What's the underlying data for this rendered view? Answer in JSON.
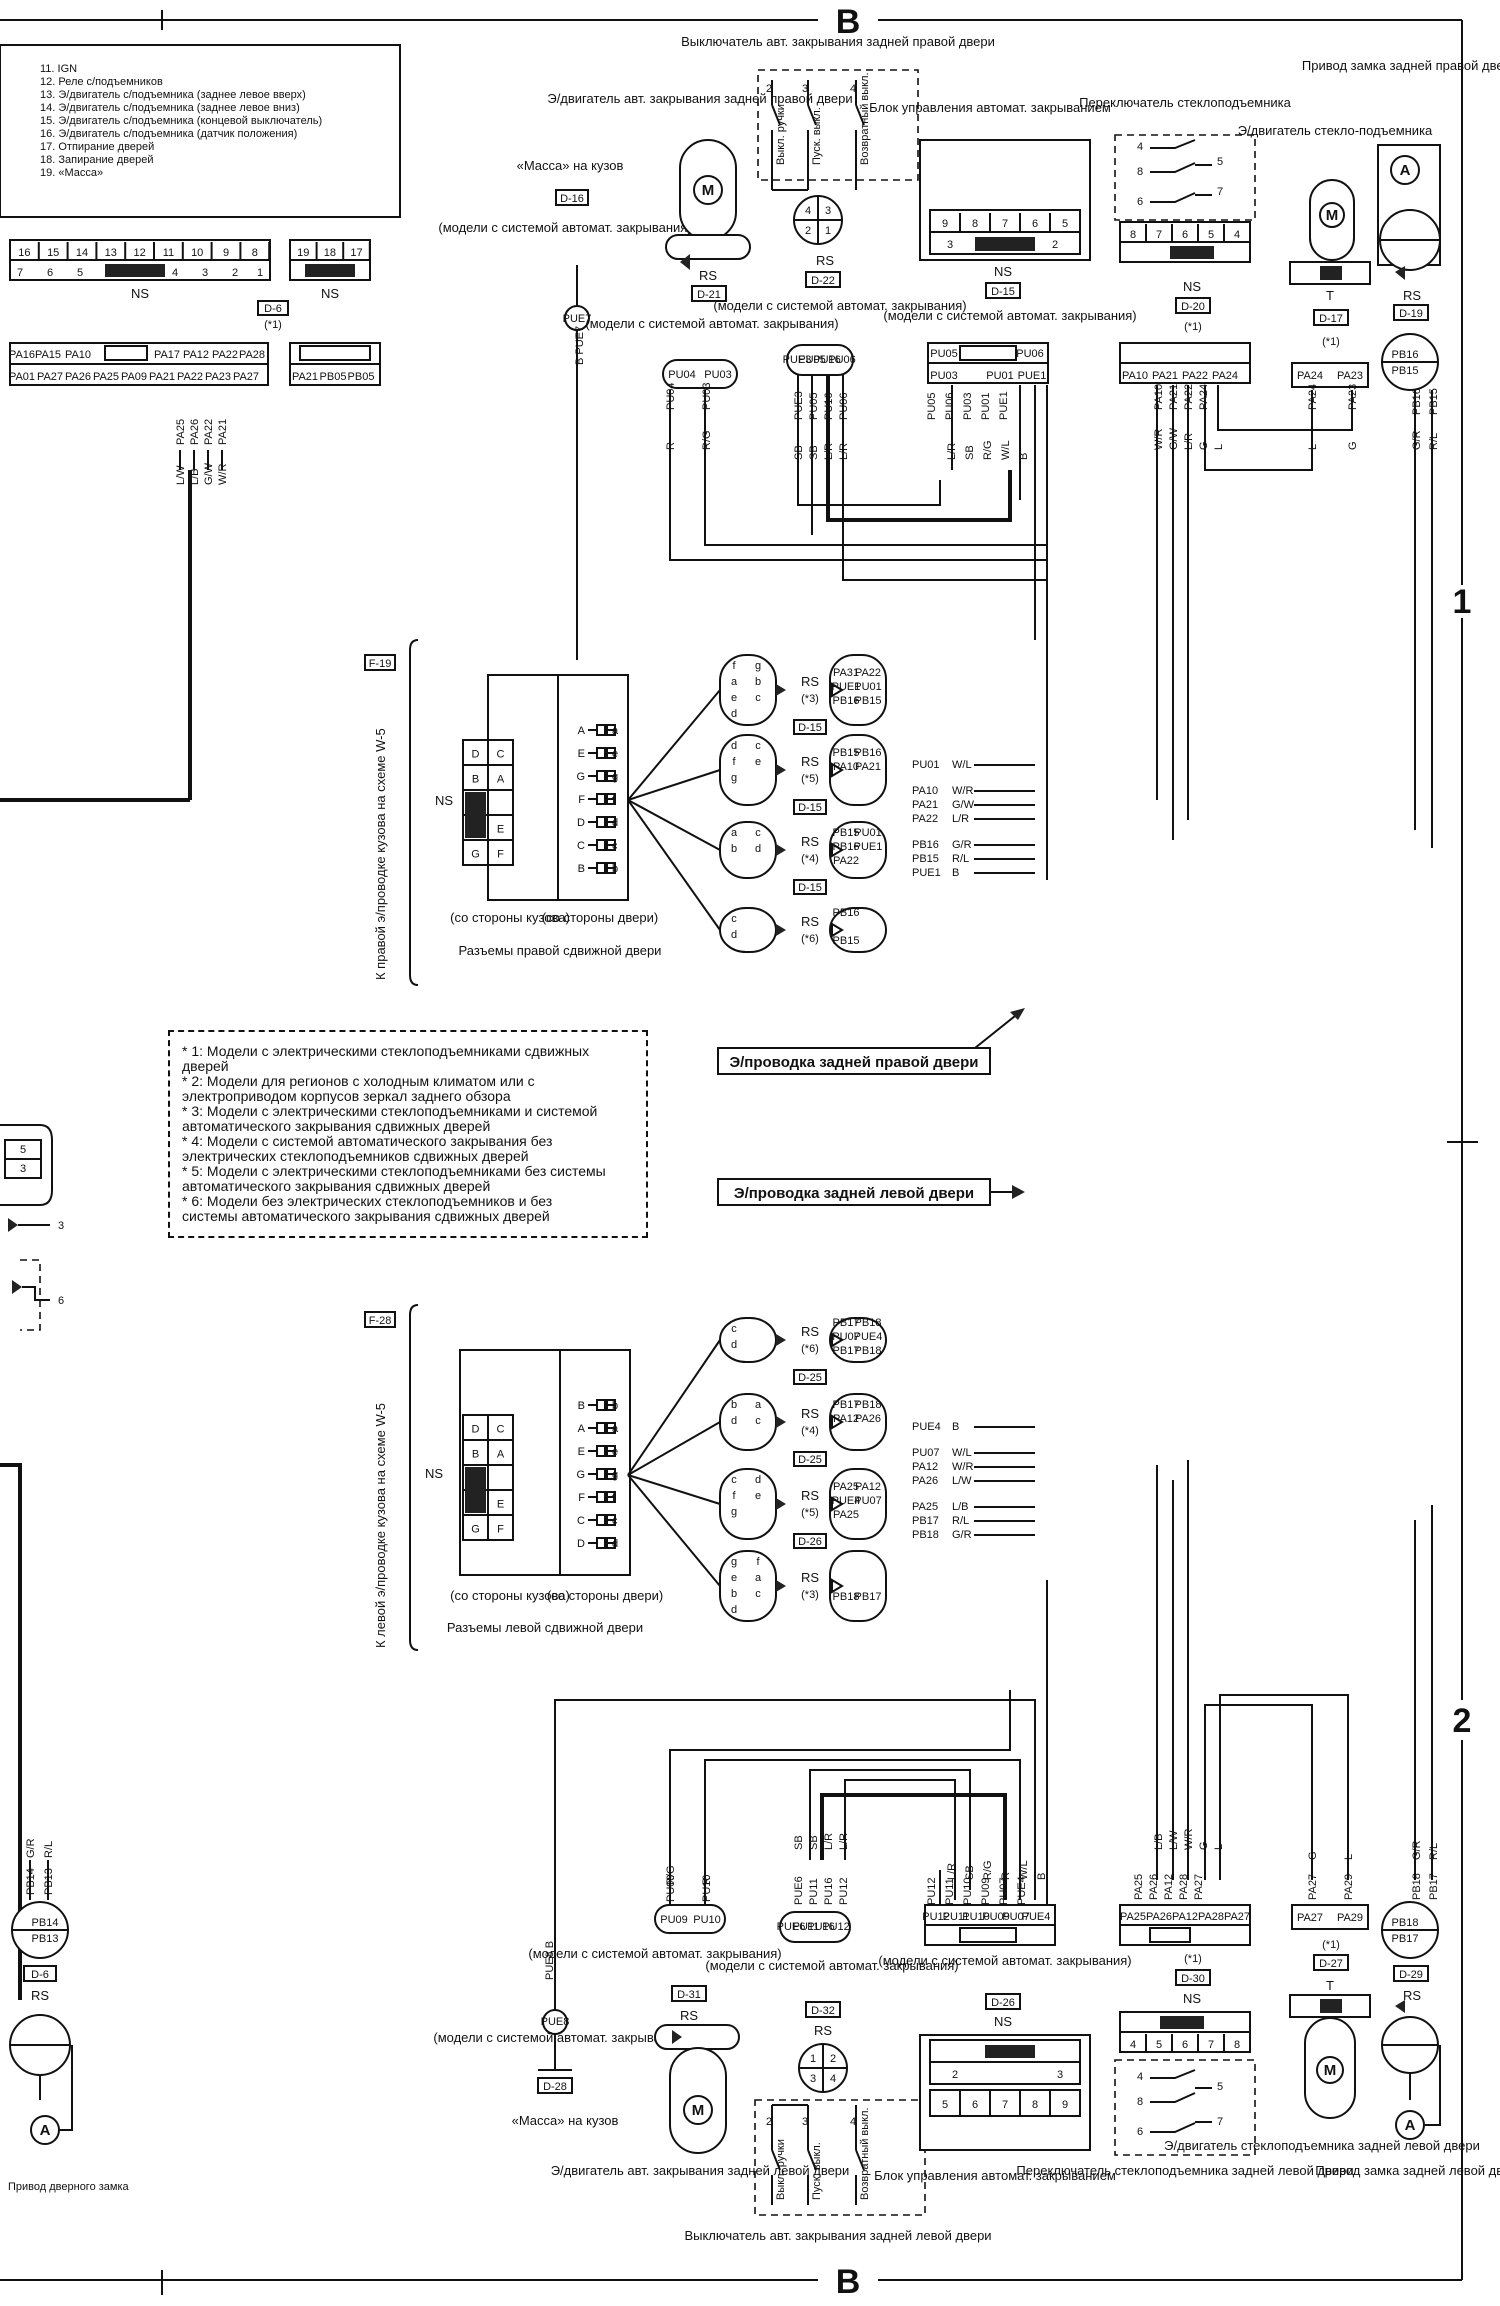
{
  "border": {
    "top_label": "B",
    "bottom_label": "B",
    "zone_1": "1",
    "zone_2": "2"
  },
  "left_legend": {
    "items": [
      "11. IGN",
      "12. Реле с/подъемников",
      "13. Э/двигатель с/подъемника (заднее левое вверх)",
      "14. Э/двигатель с/подъемника (заднее левое вниз)",
      "15. Э/двигатель с/подъемника (концевой выключатель)",
      "16. Э/двигатель с/подъемника (датчик положения)",
      "17. Отпирание дверей",
      "18. Запирание дверей",
      "19. «Масса»"
    ],
    "conn_top_row": [
      "16",
      "15",
      "14",
      "13",
      "12",
      "11",
      "10",
      "9",
      "8"
    ],
    "conn_bot_row": [
      "7",
      "6",
      "5",
      "4",
      "3",
      "2",
      "1"
    ],
    "conn2_row": [
      "19",
      "18",
      "17"
    ],
    "ns_label": "NS",
    "d6": "D-6",
    "mark1": "(*1)",
    "pa_row1": [
      "PA16",
      "PA15",
      "PA10",
      "PA17",
      "PA12",
      "PA22",
      "PA28"
    ],
    "pa_row2": [
      "PA01",
      "PA27",
      "PA26",
      "PA25",
      "PA09",
      "PA21",
      "PA22",
      "PA23",
      "PA27"
    ],
    "pa_row3": [
      "PA21",
      "PB05",
      "PB05"
    ],
    "wire_codes": [
      "PA25",
      "PA26",
      "PA22",
      "PA21"
    ],
    "wire_colors": [
      "L/W",
      "L/B",
      "G/W",
      "W/R"
    ]
  },
  "top": {
    "switch_title": "Выключатель авт. закрывания задней правой двери",
    "switch_pos": [
      "Выкл. ручки",
      "Пуск. выкл.",
      "Возвратный выкл."
    ],
    "switch_pins": [
      "4",
      "3",
      "2",
      "1"
    ],
    "motor_title": "Э/двигатель авт. закрывания задней правой двери",
    "ground_title": "«Масса» на кузов",
    "d16": "D-16",
    "models_auto": "(модели с системой автомат. закрывания)",
    "rs": "RS",
    "d21": "D-21",
    "d22": "D-22",
    "pue7": "PUE7",
    "b_pue7": "B PUE7",
    "ctrl_title": "Блок управления автомат. закрыванием",
    "ctrl_row1": [
      "9",
      "8",
      "7",
      "6",
      "5"
    ],
    "ctrl_row2": [
      "3",
      "2"
    ],
    "ns": "NS",
    "d15": "D-15",
    "ws_title": "Переключатель стеклоподъемника",
    "ws_row": [
      "8",
      "7",
      "6",
      "5",
      "4"
    ],
    "ws_pins": [
      "4",
      "5",
      "8",
      "6",
      "7"
    ],
    "d20": "D-20",
    "mark1": "(*1)",
    "wm_title": "Э/двигатель стекло-подъемника",
    "t": "T",
    "d17": "D-17",
    "lock_title": "Привод замка задней правой двери",
    "d19": "D-19",
    "pu_codes_left": [
      "PU04",
      "PU03"
    ],
    "pu_codes_sw": [
      "PUE3",
      "PU05",
      "PU16",
      "PU06"
    ],
    "pu_codes_ctrl": [
      "PU05",
      "PU06",
      "PU03",
      "PU01",
      "PUE1"
    ],
    "pa_codes_ws": [
      "PA10",
      "PA21",
      "PA22",
      "PA24"
    ],
    "pa_codes_wm": [
      "PA24",
      "PA23"
    ],
    "pb_codes_lock": [
      "PB16",
      "PB15"
    ],
    "colors_left": [
      "R",
      "R/G"
    ],
    "colors_sw": [
      "SB",
      "SB",
      "L/R",
      "L/R"
    ],
    "colors_ctrl": [
      "L/R",
      "SB",
      "R/G",
      "W/L",
      "B"
    ],
    "colors_ws": [
      "W/R",
      "G/W",
      "L/R",
      "G",
      "L"
    ],
    "colors_wm": [
      "L",
      "G"
    ],
    "colors_lock": [
      "G/R",
      "R/L"
    ]
  },
  "right_door": {
    "ref_box": "F-19",
    "side_text": "К правой э/проводке кузова на схеме W-5",
    "ns": "NS",
    "grid": [
      [
        "D",
        "C"
      ],
      [
        "B",
        "A"
      ],
      [
        "",
        ""
      ],
      [
        "",
        ""
      ],
      [
        "G",
        "F"
      ]
    ],
    "pins_left": [
      "A",
      "E",
      "G",
      "F",
      "D",
      "C",
      "B"
    ],
    "pins_right": [
      "a",
      "e",
      "g",
      "f",
      "d",
      "c",
      "b"
    ],
    "caption_left": "(со стороны кузова)",
    "caption_right": "(со стороны двери)",
    "caption": "Разъемы правой сдвижной двери",
    "groups": [
      {
        "rs": "RS",
        "mark": "(*3)",
        "box": "D-15",
        "pins": [
          "f",
          "g",
          "a",
          "b",
          "e",
          "c",
          "d"
        ]
      },
      {
        "rs": "RS",
        "mark": "(*5)",
        "box": "D-15",
        "pins": [
          "d",
          "c",
          "f",
          "e",
          "g"
        ]
      },
      {
        "rs": "RS",
        "mark": "(*4)",
        "box": "D-15",
        "pins": [
          "a",
          "c",
          "b",
          "d"
        ]
      },
      {
        "rs": "RS",
        "mark": "(*6)",
        "box": "",
        "pins": [
          "c",
          "d"
        ]
      }
    ],
    "code_pairs": [
      [
        "PA31",
        "PA22"
      ],
      [
        "PUE1",
        "PU01"
      ],
      [
        "PB16",
        "PB15"
      ],
      [
        "PB15",
        "PB16"
      ],
      [
        "PA10",
        "PA21"
      ],
      [
        "PA22"
      ],
      [
        "PB15",
        "PU01"
      ],
      [
        "PB16",
        "PUE1"
      ],
      [
        "PB15"
      ],
      [
        "PB16"
      ]
    ],
    "wires": [
      {
        "code": "PU01",
        "color": "W/L"
      },
      {
        "code": "PA10",
        "color": "W/R"
      },
      {
        "code": "PA21",
        "color": "G/W"
      },
      {
        "code": "PA22",
        "color": "L/R"
      },
      {
        "code": "PB16",
        "color": "G/R"
      },
      {
        "code": "PB15",
        "color": "R/L"
      },
      {
        "code": "PUE1",
        "color": "B"
      }
    ]
  },
  "notes": {
    "lines": [
      "* 1:  Модели с электрическими стеклоподъемниками сдвижных",
      "         дверей",
      "* 2:  Модели для регионов с холодным климатом или с",
      "         электроприводом корпусов зеркал заднего обзора",
      "* 3:  Модели с электрическими стеклоподъемниками и системой",
      "         автоматического закрывания сдвижных дверей",
      "* 4:  Модели с системой автоматического закрывания без",
      "         электрических стеклоподъемников сдвижных дверей",
      "* 5:  Модели с электрическими стеклоподъемниками без системы",
      "         автоматического закрывания сдвижных дверей",
      "* 6:  Модели без электрических стеклоподъемников и без",
      "         системы автоматического закрывания сдвижных дверей"
    ]
  },
  "tags": {
    "right": "Э/проводка задней правой двери",
    "left": "Э/проводка задней левой двери"
  },
  "left_mid": {
    "pins": [
      "5",
      "3",
      "3",
      "6"
    ]
  },
  "left_door": {
    "ref_box": "F-28",
    "side_text": "К левой э/проводке кузова на схеме W-5",
    "ns": "NS",
    "grid": [
      [
        "D",
        "C"
      ],
      [
        "B",
        "A"
      ],
      [
        "",
        ""
      ],
      [
        "",
        ""
      ],
      [
        "G",
        "F"
      ]
    ],
    "pins_left": [
      "B",
      "A",
      "E",
      "G",
      "F",
      "C",
      "D"
    ],
    "pins_right": [
      "b",
      "a",
      "e",
      "g",
      "f",
      "c",
      "d"
    ],
    "caption_left": "(со стороны кузова)",
    "caption_right": "(со стороны двери)",
    "caption": "Разъемы левой сдвижной двери",
    "groups": [
      {
        "rs": "RS",
        "mark": "(*6)",
        "box": "D-25",
        "pins": [
          "c",
          "d"
        ]
      },
      {
        "rs": "RS",
        "mark": "(*4)",
        "box": "D-25",
        "pins": [
          "b",
          "a",
          "d",
          "c"
        ]
      },
      {
        "rs": "RS",
        "mark": "(*5)",
        "box": "D-26",
        "pins": [
          "c",
          "d",
          "f",
          "e",
          "g"
        ]
      },
      {
        "rs": "RS",
        "mark": "(*3)",
        "box": "",
        "pins": [
          "g",
          "f",
          "e",
          "a",
          "b",
          "c",
          "d"
        ]
      }
    ],
    "code_pairs": [
      [
        "PB17",
        "PB18"
      ],
      [
        "PU07",
        "PUE4"
      ],
      [
        "PB17",
        "PB18"
      ],
      [
        "PB17",
        "PB18"
      ],
      [
        "PA12",
        "PA26"
      ],
      [
        "PA25"
      ],
      [
        "PA25",
        "PA12"
      ],
      [
        "PUE4",
        "PU07"
      ],
      [
        "PB18",
        "PB17"
      ]
    ],
    "wires": [
      {
        "code": "PUE4",
        "color": "B"
      },
      {
        "code": "PU07",
        "color": "W/L"
      },
      {
        "code": "PA12",
        "color": "W/R"
      },
      {
        "code": "PA26",
        "color": "L/W"
      },
      {
        "code": "PA25",
        "color": "L/B"
      },
      {
        "code": "PB17",
        "color": "R/L"
      },
      {
        "code": "PB18",
        "color": "G/R"
      }
    ]
  },
  "bottom": {
    "switch_title": "Выключатель авт. закрывания задней левой двери",
    "switch_pos": [
      "Выкл. ручки",
      "Пуск. выкл.",
      "Возвратный выкл."
    ],
    "switch_pins": [
      "1",
      "2",
      "3",
      "4"
    ],
    "motor_title": "Э/двигатель авт. закрывания задней левой двери",
    "ground_title": "«Масса» на кузов",
    "d28": "D-28",
    "models_auto": "(модели с системой автомат. закрывания)",
    "rs": "RS",
    "d31": "D-31",
    "d32": "D-32",
    "pue8": "PUE8",
    "pue8b": "PUE8 B",
    "ctrl_title": "Блок управления автомат. закрыванием",
    "ctrl_row1": [
      "2",
      "3"
    ],
    "ctrl_row2": [
      "5",
      "6",
      "7",
      "8",
      "9"
    ],
    "ns": "NS",
    "d26": "D-26",
    "ws_title": "Переключатель стеклоподъемника задней левой двери",
    "ws_row": [
      "4",
      "5",
      "6",
      "7",
      "8"
    ],
    "ws_pins": [
      "4",
      "5",
      "8",
      "6",
      "7"
    ],
    "d30": "D-30",
    "mark1": "(*1)",
    "wm_title": "Э/двигатель стеклоподъемника задней левой двери",
    "t": "T",
    "d27": "D-27",
    "lock_title": "Привод замка задней левой двери",
    "d29": "D-29",
    "colors_motor": [
      "R/G",
      "R"
    ],
    "codes_motor": [
      "PU09",
      "PU10"
    ],
    "colors_sw": [
      "SB",
      "SB",
      "L/R",
      "L/R"
    ],
    "codes_sw": [
      "PUE6",
      "PU11",
      "PU16",
      "PU12"
    ],
    "colors_ctrl": [
      "L/R",
      "SB",
      "R/G",
      "R",
      "W/L",
      "B"
    ],
    "codes_ctrl": [
      "PU12",
      "PU11",
      "PU10",
      "PU09",
      "PU07",
      "PUE4"
    ],
    "colors_ws": [
      "L/B",
      "L/W",
      "W/R",
      "G",
      "L"
    ],
    "codes_ws": [
      "PA25",
      "PA26",
      "PA12",
      "PA28",
      "PA27"
    ],
    "colors_wm": [
      "G",
      "L"
    ],
    "codes_wm": [
      "PA27",
      "PA29"
    ],
    "colors_lock": [
      "G/R",
      "R/L"
    ],
    "codes_lock": [
      "PB18",
      "PB17"
    ]
  },
  "bottom_left": {
    "rs": "RS",
    "d6": "D-6",
    "codes": [
      "PB14",
      "PB13"
    ],
    "colors": [
      "G/R",
      "R/L"
    ],
    "lock_title": "Привод дверного замка"
  }
}
